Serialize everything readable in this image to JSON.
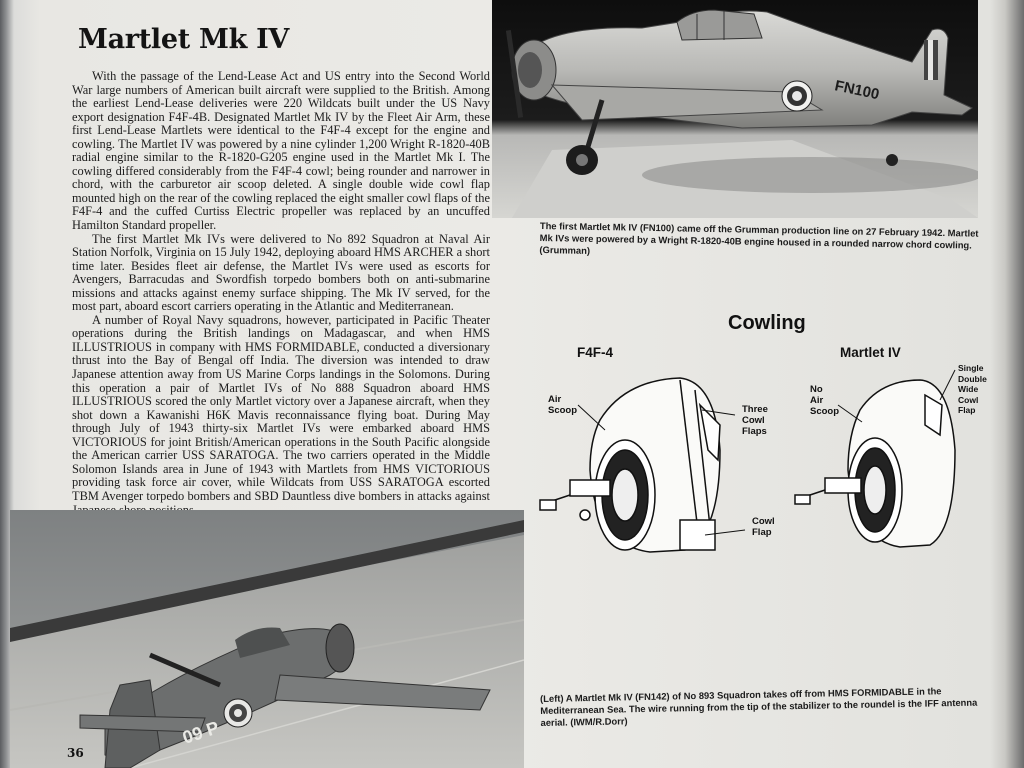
{
  "page": {
    "title": "Martlet Mk IV",
    "page_number": "36",
    "paragraphs": [
      "With the passage of the Lend-Lease Act and US entry into the Second World War large numbers of American built aircraft were supplied to the British. Among the earliest Lend-Lease deliveries were 220 Wildcats built under the US Navy export designation F4F-4B. Designated Martlet Mk IV by the Fleet Air Arm, these first Lend-Lease Martlets were identical to the F4F-4 except for the engine and cowling. The Martlet IV was powered by a nine cylinder 1,200 Wright R-1820-40B radial engine similar to the R-1820-G205 engine used in the Martlet Mk I. The cowling differed considerably from the F4F-4 cowl; being rounder and narrower in chord, with the carburetor air scoop deleted. A single double wide cowl flap mounted high on the rear of the cowling replaced the eight smaller cowl flaps of the F4F-4 and the cuffed Curtiss Electric propeller was replaced by an uncuffed Hamilton Standard propeller.",
      "The first Martlet Mk IVs were delivered to No 892 Squadron at Naval Air Station Norfolk, Virginia on 15 July 1942, deploying aboard HMS ARCHER a short time later. Besides fleet air defense, the Martlet IVs were used as escorts for Avengers, Barracudas and Swordfish torpedo bombers both on anti-submarine missions and attacks against enemy surface shipping. The Mk IV served, for the most part, aboard escort carriers operating in the Atlantic and Mediterranean.",
      "A number of Royal Navy squadrons, however, participated in Pacific Theater operations during the British landings on Madagascar, and when HMS ILLUSTRIOUS in company with HMS FORMIDABLE, conducted a diversionary thrust into the Bay of Bengal off India. The diversion was intended to draw Japanese attention away from US Marine Corps landings in the Solomons. During this operation a pair of Martlet IVs of No 888 Squadron aboard HMS ILLUSTRIOUS scored the only Martlet victory over a Japanese aircraft, when they shot down a Kawanishi H6K Mavis reconnaissance flying boat. During May through July of 1943 thirty-six Martlet IVs were embarked aboard HMS VICTORIOUS for joint British/American operations in the South Pacific alongside the American carrier USS SARATOGA. The two carriers operated in the Middle Solomon Islands area in June of 1943 with Martlets from HMS VICTORIOUS providing task force air cover, while Wildcats from USS SARATOGA escorted TBM Avenger torpedo bombers and SBD Dauntless dive bombers in attacks against Japanese shore positions."
    ],
    "caption_top": "The first Martlet Mk IV (FN100) came off the Grumman production line on 27 February 1942. Martlet Mk IVs were powered by a Wright R-1820-40B engine housed in a rounded narrow chord cowling. (Grumman)",
    "caption_bottom": "(Left) A Martlet Mk IV (FN142) of No 893 Squadron takes off from HMS FORMIDABLE in the Mediterranean Sea. The wire running from the tip of the stabilizer to the roundel is the IFF antenna aerial. (IWM/R.Dorr)"
  },
  "photo_top": {
    "serial": "FN100"
  },
  "photo_bottom": {
    "marking": "09 P"
  },
  "diagram": {
    "title": "Cowling",
    "left_heading": "F4F-4",
    "right_heading": "Martlet IV",
    "left_labels": {
      "air_scoop": "Air\nScoop",
      "three_cowl_flaps": "Three\nCowl\nFlaps",
      "cowl_flap": "Cowl\nFlap"
    },
    "right_labels": {
      "no_air_scoop": "No\nAir\nScoop",
      "single_double_wide": "Single\nDouble\nWide\nCowl\nFlap"
    }
  }
}
